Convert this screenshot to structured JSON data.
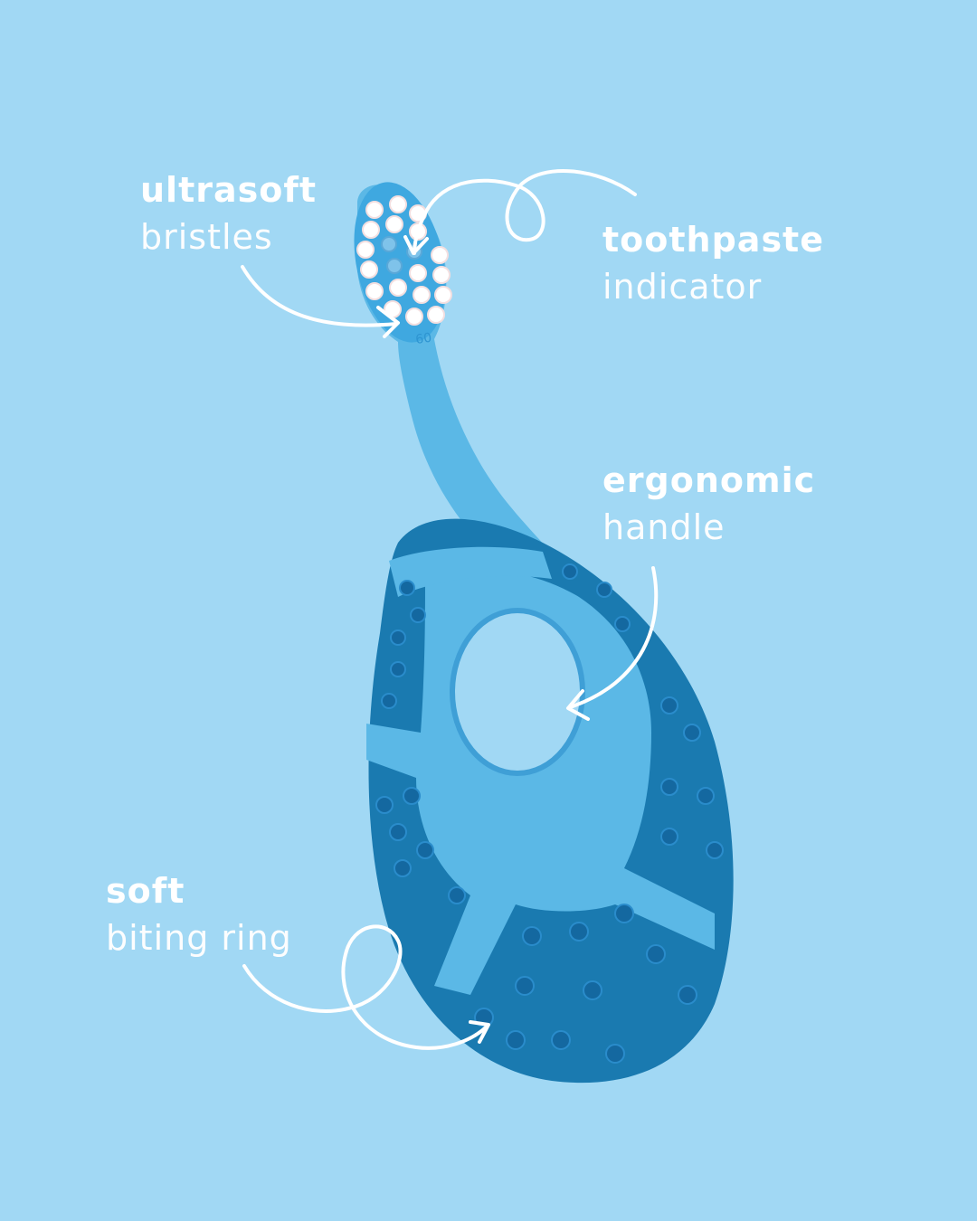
{
  "colors": {
    "background": "#a1d8f4",
    "handle_light": "#5bb8e6",
    "handle_dark": "#1a7ab0",
    "bristles": "#ffffff",
    "annotation": "#ffffff"
  },
  "callouts": {
    "bristles": {
      "bold": "ultrasoft",
      "light": "bristles"
    },
    "indicator": {
      "bold": "toothpaste",
      "light": "indicator"
    },
    "handle": {
      "bold": "ergonomic",
      "light": "handle"
    },
    "ring": {
      "bold": "soft",
      "light": "biting ring"
    }
  },
  "brush_head_mark": "60",
  "icons": {
    "toothbrush": "baby-toothbrush-illustration",
    "arrows": "hand-drawn-arrow-icon"
  }
}
